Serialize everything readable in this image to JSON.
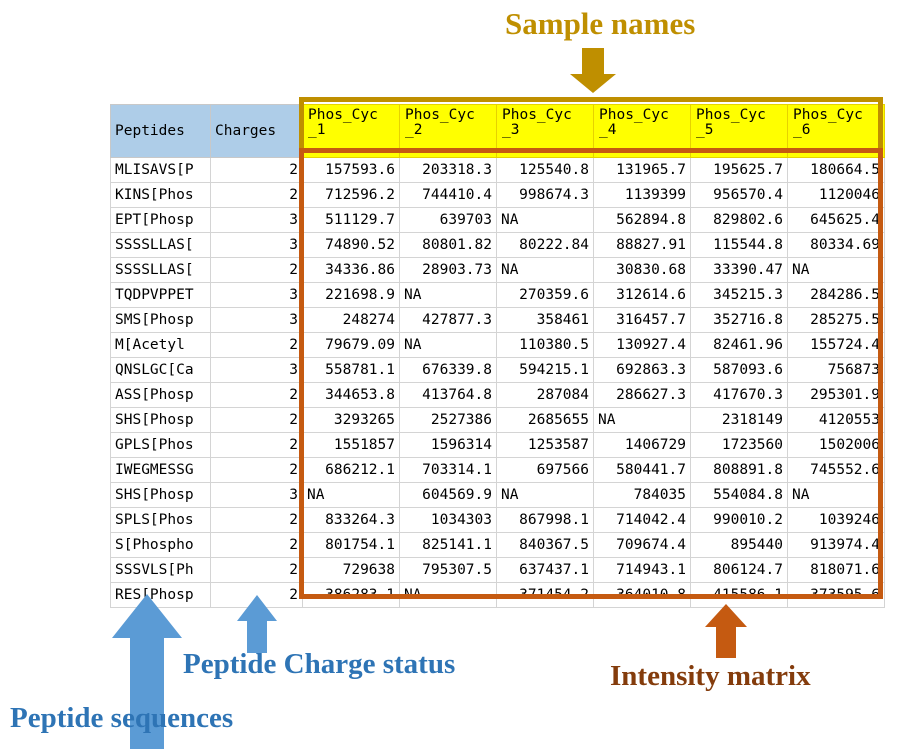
{
  "annotations": {
    "sample_names": {
      "label": "Sample names",
      "color": "#bf8f00"
    },
    "peptide_charge_status": {
      "label": "Peptide Charge status",
      "color": "#2e74b5"
    },
    "peptide_sequences": {
      "label": "Peptide sequences",
      "color": "#2e74b5"
    },
    "intensity_matrix": {
      "label": "Intensity matrix",
      "color": "#c55a11"
    }
  },
  "table": {
    "headers": {
      "peptides": "Peptides",
      "charges": "Charges",
      "samples": [
        {
          "line1": "Phos_Cyc",
          "line2": "_1"
        },
        {
          "line1": "Phos_Cyc",
          "line2": "_2"
        },
        {
          "line1": "Phos_Cyc",
          "line2": "_3"
        },
        {
          "line1": "Phos_Cyc",
          "line2": "_4"
        },
        {
          "line1": "Phos_Cyc",
          "line2": "_5"
        },
        {
          "line1": "Phos_Cyc",
          "line2": "_6"
        }
      ]
    },
    "rows": [
      {
        "peptide": "MLISAVS[P",
        "charge": "2",
        "values": [
          "157593.6",
          "203318.3",
          "125540.8",
          "131965.7",
          "195625.7",
          "180664.5"
        ]
      },
      {
        "peptide": "KINS[Phos",
        "charge": "2",
        "values": [
          "712596.2",
          "744410.4",
          "998674.3",
          "1139399",
          "956570.4",
          "1120046"
        ]
      },
      {
        "peptide": "EPT[Phosp",
        "charge": "3",
        "values": [
          "511129.7",
          "639703",
          "NA",
          "562894.8",
          "829802.6",
          "645625.4"
        ]
      },
      {
        "peptide": "SSSSLLAS[",
        "charge": "3",
        "values": [
          "74890.52",
          "80801.82",
          "80222.84",
          "88827.91",
          "115544.8",
          "80334.69"
        ]
      },
      {
        "peptide": "SSSSLLAS[",
        "charge": "2",
        "values": [
          "34336.86",
          "28903.73",
          "NA",
          "30830.68",
          "33390.47",
          "NA"
        ]
      },
      {
        "peptide": "TQDPVPPET",
        "charge": "3",
        "values": [
          "221698.9",
          "NA",
          "270359.6",
          "312614.6",
          "345215.3",
          "284286.5"
        ]
      },
      {
        "peptide": "SMS[Phosp",
        "charge": "3",
        "values": [
          "248274",
          "427877.3",
          "358461",
          "316457.7",
          "352716.8",
          "285275.5"
        ]
      },
      {
        "peptide": "M[Acetyl",
        "charge": "2",
        "values": [
          "79679.09",
          "NA",
          "110380.5",
          "130927.4",
          "82461.96",
          "155724.4"
        ]
      },
      {
        "peptide": "QNSLGC[Ca",
        "charge": "3",
        "values": [
          "558781.1",
          "676339.8",
          "594215.1",
          "692863.3",
          "587093.6",
          "756873"
        ]
      },
      {
        "peptide": "ASS[Phosp",
        "charge": "2",
        "values": [
          "344653.8",
          "413764.8",
          "287084",
          "286627.3",
          "417670.3",
          "295301.9"
        ]
      },
      {
        "peptide": "SHS[Phosp",
        "charge": "2",
        "values": [
          "3293265",
          "2527386",
          "2685655",
          "NA",
          "2318149",
          "4120553"
        ]
      },
      {
        "peptide": "GPLS[Phos",
        "charge": "2",
        "values": [
          "1551857",
          "1596314",
          "1253587",
          "1406729",
          "1723560",
          "1502006"
        ]
      },
      {
        "peptide": "IWEGMESSG",
        "charge": "2",
        "values": [
          "686212.1",
          "703314.1",
          "697566",
          "580441.7",
          "808891.8",
          "745552.6"
        ]
      },
      {
        "peptide": "SHS[Phosp",
        "charge": "3",
        "values": [
          "NA",
          "604569.9",
          "NA",
          "784035",
          "554084.8",
          "NA"
        ]
      },
      {
        "peptide": "SPLS[Phos",
        "charge": "2",
        "values": [
          "833264.3",
          "1034303",
          "867998.1",
          "714042.4",
          "990010.2",
          "1039246"
        ]
      },
      {
        "peptide": "S[Phospho",
        "charge": "2",
        "values": [
          "801754.1",
          "825141.1",
          "840367.5",
          "709674.4",
          "895440",
          "913974.4"
        ]
      },
      {
        "peptide": "SSSVLS[Ph",
        "charge": "2",
        "values": [
          "729638",
          "795307.5",
          "637437.1",
          "714943.1",
          "806124.7",
          "818071.6"
        ]
      },
      {
        "peptide": "RES[Phosp",
        "charge": "2",
        "values": [
          "386283.1",
          "NA",
          "371454.2",
          "364010.8",
          "415586.1",
          "373595.6"
        ]
      }
    ]
  }
}
